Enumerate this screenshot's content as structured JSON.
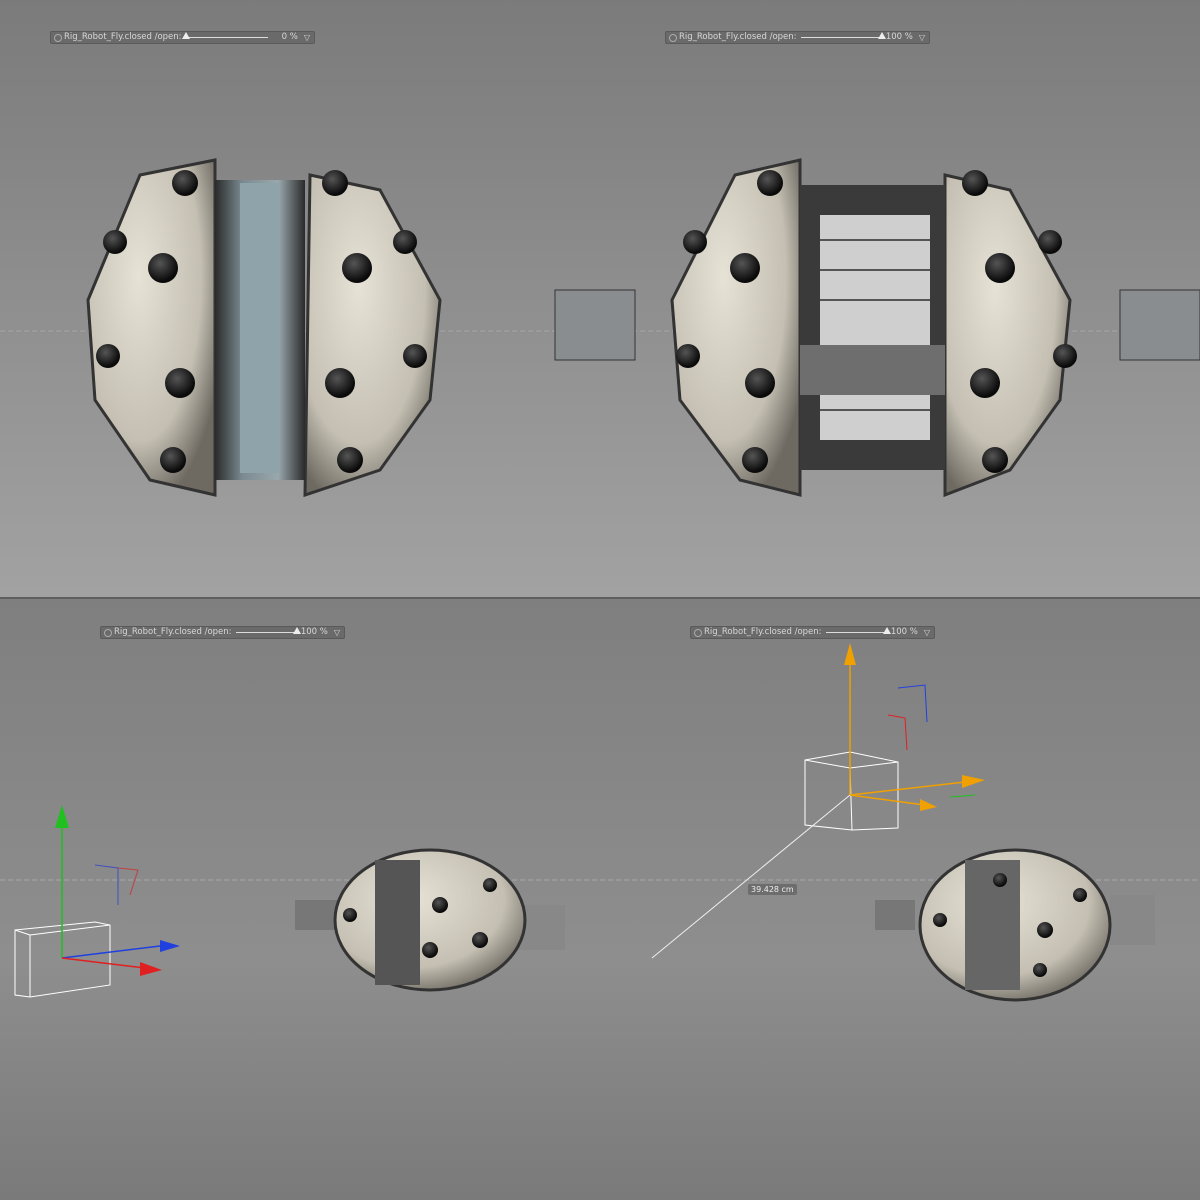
{
  "viewports": [
    {
      "slider": {
        "label": "Rig_Robot_Fly.closed /open:",
        "value_text": "0 %",
        "value": 0
      }
    },
    {
      "slider": {
        "label": "Rig_Robot_Fly.closed /open:",
        "value_text": "100 %",
        "value": 100
      }
    },
    {
      "slider": {
        "label": "Rig_Robot_Fly.closed /open:",
        "value_text": "100 %",
        "value": 100
      }
    },
    {
      "slider": {
        "label": "Rig_Robot_Fly.closed /open:",
        "value_text": "100 %",
        "value": 100
      }
    }
  ],
  "measure_readout": "39.428 cm",
  "colors": {
    "axis_x": "#e02020",
    "axis_y": "#20c020",
    "axis_z": "#2040e0",
    "axis_selected": "#f0a000"
  }
}
